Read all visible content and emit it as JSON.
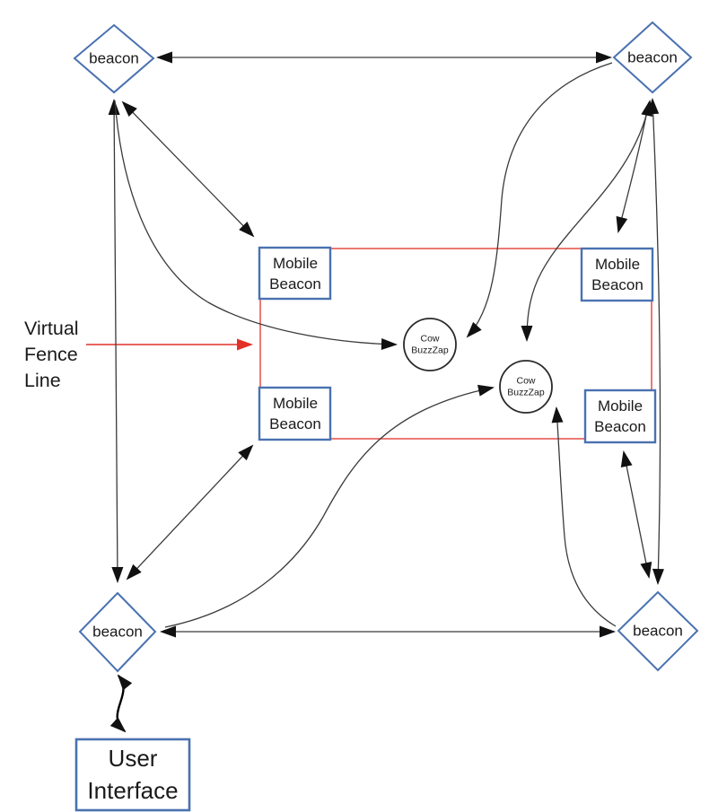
{
  "nodes": {
    "beacon_label": "beacon",
    "mobile_beacon": {
      "line1": "Mobile",
      "line2": "Beacon"
    },
    "cow": {
      "line1": "Cow",
      "line2": "BuzzZap"
    },
    "user_interface": {
      "line1": "User",
      "line2": "Interface"
    }
  },
  "annotation": {
    "virtual_fence": {
      "line1": "Virtual",
      "line2": "Fence",
      "line3": "Line"
    }
  },
  "colors": {
    "node_border_blue": "#4a72b0",
    "fence_red": "#e23128",
    "edge_gray": "#3a3a3a",
    "arrow_black": "#111111",
    "text": "#1a1a1a"
  }
}
